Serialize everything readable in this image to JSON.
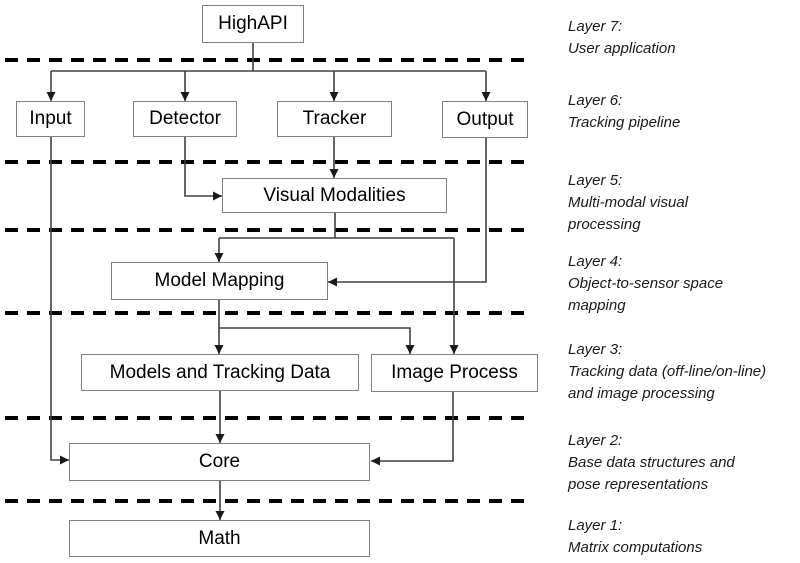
{
  "colors": {
    "box-border": "#808080",
    "connector": "#404040",
    "separator": "#000000",
    "box-text": "#000000",
    "layer-text": "#1a1a1a",
    "bg": "#ffffff"
  },
  "nodes": {
    "highapi": {
      "label": "HighAPI"
    },
    "input": {
      "label": "Input"
    },
    "detector": {
      "label": "Detector"
    },
    "tracker": {
      "label": "Tracker"
    },
    "output": {
      "label": "Output"
    },
    "visual_modalities": {
      "label": "Visual Modalities"
    },
    "model_mapping": {
      "label": "Model Mapping"
    },
    "models_tracking": {
      "label": "Models and Tracking Data"
    },
    "image_process": {
      "label": "Image Process"
    },
    "core": {
      "label": "Core"
    },
    "math": {
      "label": "Math"
    }
  },
  "layer_labels": [
    {
      "title": "Layer 7:",
      "line1": "User application"
    },
    {
      "title": "Layer 6:",
      "line1": "Tracking pipeline"
    },
    {
      "title": "Layer 5:",
      "line1": "Multi-modal visual",
      "line2": "processing"
    },
    {
      "title": "Layer 4:",
      "line1": "Object-to-sensor space",
      "line2": "mapping"
    },
    {
      "title": "Layer 3:",
      "line1": "Tracking data (off-line/on-line)",
      "line2": "and image processing"
    },
    {
      "title": "Layer 2:",
      "line1": "Base data structures and",
      "line2": "pose representations"
    },
    {
      "title": "Layer 1:",
      "line1": "Matrix computations"
    }
  ]
}
